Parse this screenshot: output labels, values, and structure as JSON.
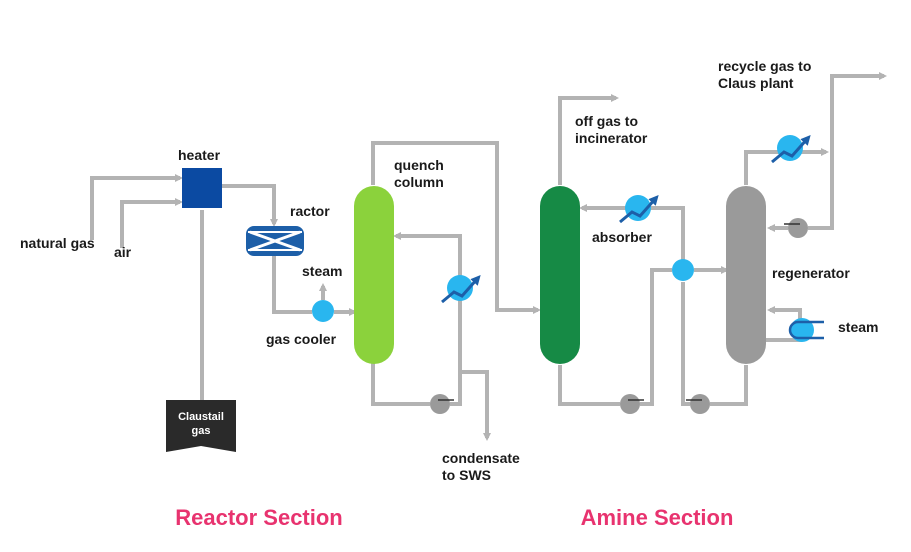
{
  "colors": {
    "pipe": "#b3b3b3",
    "heater": "#0b4aa2",
    "reactor": "#1d5fa8",
    "quench_column": "#8bd23c",
    "absorber": "#168a45",
    "regenerator": "#9a9a9a",
    "cooler": "#29b6ef",
    "section_title": "#e8336f",
    "tail_gas_box": "#2a2a2a"
  },
  "labels": {
    "natural_gas": "natural gas",
    "air": "air",
    "heater": "heater",
    "reactor": "ractor",
    "steam_top": "steam",
    "gas_cooler": "gas cooler",
    "tail_gas_line1": "Claustail",
    "tail_gas_line2": "gas",
    "quench_line1": "quench",
    "quench_line2": "column",
    "condensate_line1": "condensate",
    "condensate_line2": "to SWS",
    "offgas_line1": "off gas to",
    "offgas_line2": "incinerator",
    "absorber": "absorber",
    "recycle_line1": "recycle gas to",
    "recycle_line2": "Claus plant",
    "regenerator": "regenerator",
    "steam_right": "steam"
  },
  "sections": {
    "reactor": "Reactor Section",
    "amine": "Amine Section"
  },
  "icons": {
    "heat_exchanger": "heat-exchanger-icon",
    "pump": "pump-icon",
    "cooler": "cooler-icon"
  }
}
